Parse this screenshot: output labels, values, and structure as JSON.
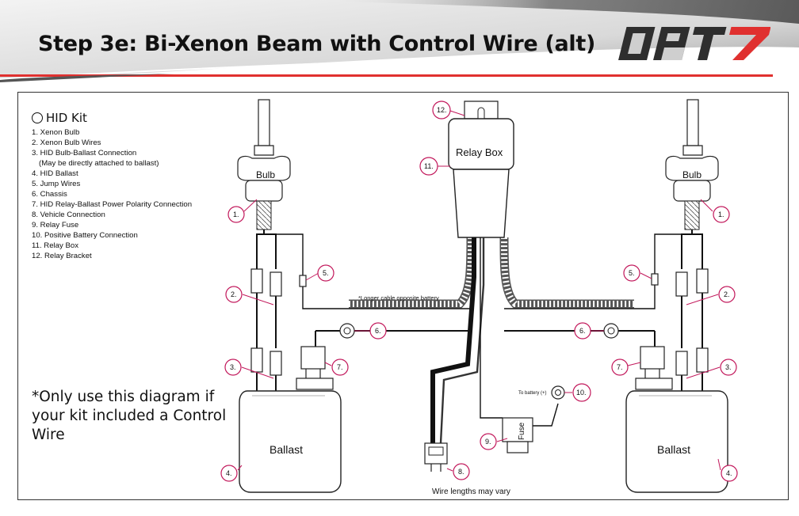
{
  "header": {
    "title": "Step 3e: Bi-Xenon Beam with Control Wire (alt)",
    "logo_text": "OPT7"
  },
  "legend": {
    "title": "HID Kit",
    "items": [
      "1. Xenon Bulb",
      "2. Xenon Bulb Wires",
      "3. HID Bulb-Ballast Connection",
      "(May be directly attached to ballast)",
      "4. HID Ballast",
      "5. Jump Wires",
      "6. Chassis",
      "7. HID Relay-Ballast Power Polarity Connection",
      "8. Vehicle Connection",
      "9. Relay Fuse",
      "10. Positive Battery Connection",
      "11. Relay Box",
      "12. Relay Bracket"
    ]
  },
  "note": "*Only use this diagram if your kit included a Control Wire",
  "diagram": {
    "bulb_label": "Bulb",
    "ballast_label": "Ballast",
    "relay_label": "Relay Box",
    "fuse_label": "Fuse",
    "battery_label": "To battery (+)",
    "cable_note": "*Longer cable opposite battery",
    "wire_note": "Wire lengths may vary",
    "callouts": {
      "c1": "1.",
      "c2": "2.",
      "c3": "3.",
      "c4": "4.",
      "c5": "5.",
      "c6": "6.",
      "c7": "7.",
      "c8": "8.",
      "c9": "9.",
      "c10": "10.",
      "c11": "11.",
      "c12": "12."
    }
  },
  "colors": {
    "accent": "#c2185b",
    "header_red": "#e0302f"
  }
}
